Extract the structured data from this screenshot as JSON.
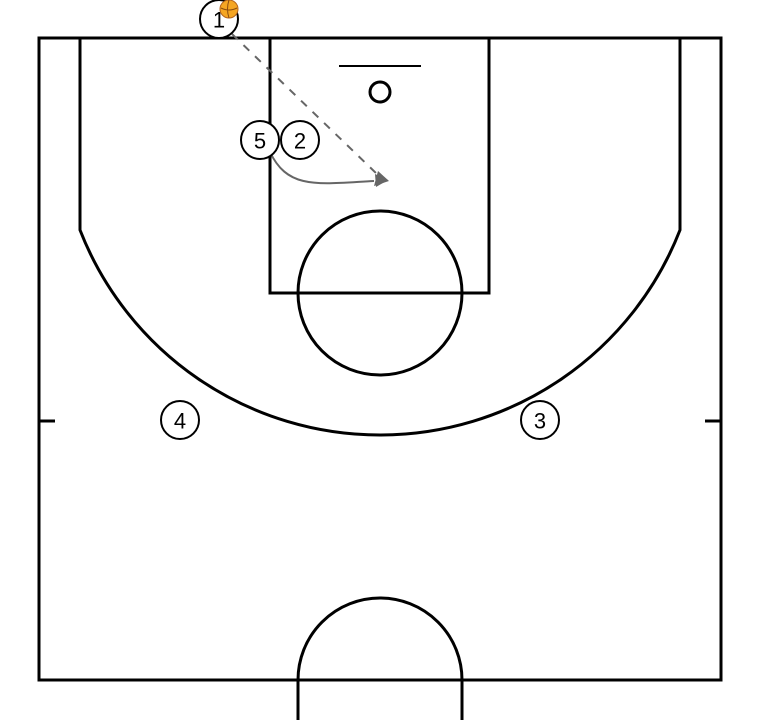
{
  "players": [
    {
      "id": "p1",
      "label": "1",
      "has_ball": true
    },
    {
      "id": "p5",
      "label": "5",
      "has_ball": false
    },
    {
      "id": "p2",
      "label": "2",
      "has_ball": false
    },
    {
      "id": "p4",
      "label": "4",
      "has_ball": false
    },
    {
      "id": "p3",
      "label": "3",
      "has_ball": false
    }
  ],
  "colors": {
    "court_lines": "#000000",
    "action_lines": "#666666",
    "ball": "#f5a623",
    "background": "#ffffff"
  },
  "actions": [
    {
      "type": "pass",
      "from": "1"
    },
    {
      "type": "cut",
      "from": "5"
    }
  ]
}
